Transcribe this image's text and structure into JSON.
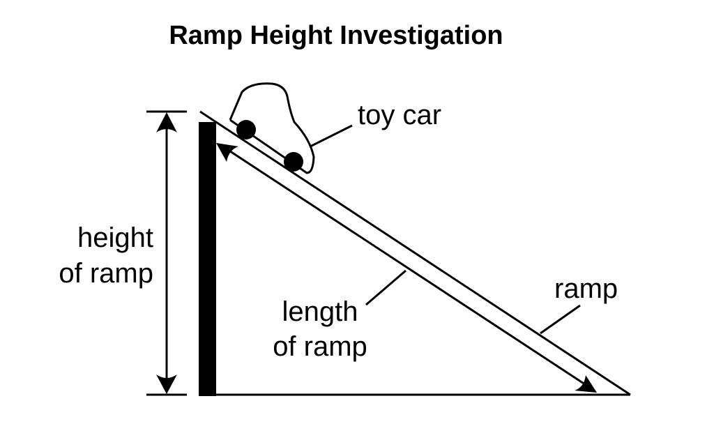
{
  "title": "Ramp Height Investigation",
  "labels": {
    "toy_car": "toy car",
    "height_line1": "height",
    "height_line2": "of ramp",
    "length_line1": "length",
    "length_line2": "of ramp",
    "ramp": "ramp"
  },
  "colors": {
    "ink": "#000000",
    "background": "#ffffff"
  }
}
